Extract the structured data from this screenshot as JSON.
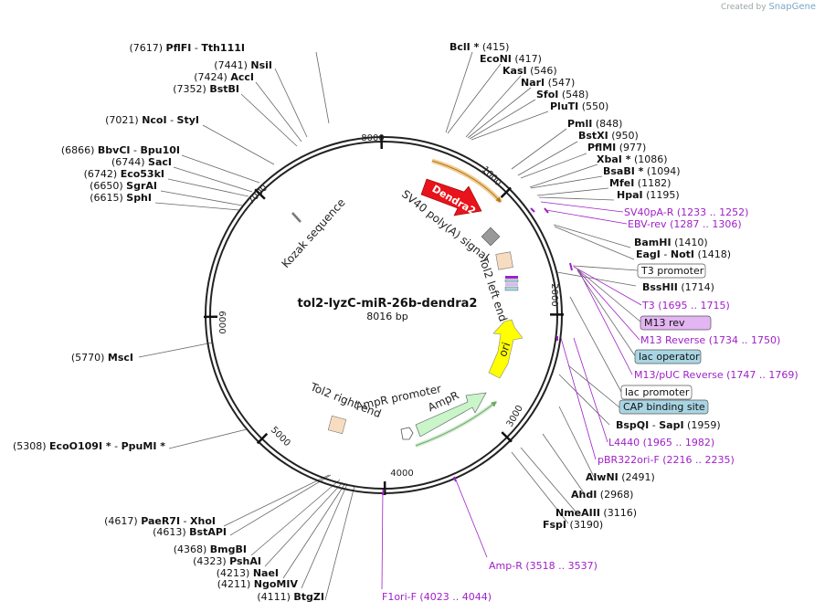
{
  "credit": {
    "prefix": "Created by",
    "brand": "SnapGene"
  },
  "plasmid": {
    "name": "tol2-lyzC-miR-26b-dendra2",
    "length": "8016 bp"
  },
  "ticks": [
    "1000",
    "2000",
    "3000",
    "4000",
    "5000",
    "6000",
    "7000",
    "8000"
  ],
  "features": [
    {
      "name": "Dendra2",
      "color": "#e8131b"
    },
    {
      "name": "SV40 poly(A) signal",
      "color": "#999999"
    },
    {
      "name": "Tol2 left end",
      "color": "#f7dcc0"
    },
    {
      "name": "ori",
      "color": "#ffff00"
    },
    {
      "name": "AmpR",
      "color": "#c9f5c9"
    },
    {
      "name": "AmpR promoter",
      "color": "#ffffff"
    },
    {
      "name": "Tol2 right end",
      "color": "#f7dcc0"
    },
    {
      "name": "Kozak sequence",
      "color": "#777777"
    }
  ],
  "sites_left": [
    {
      "pos": "(7617)",
      "name": "PflFI",
      "alt": "- Tth111I"
    },
    {
      "pos": "(7441)",
      "name": "NsiI"
    },
    {
      "pos": "(7424)",
      "name": "AccI"
    },
    {
      "pos": "(7352)",
      "name": "BstBI"
    },
    {
      "pos": "(7021)",
      "name": "NcoI",
      "alt": "- StyI"
    },
    {
      "pos": "(6866)",
      "name": "BbvCI",
      "alt": "- Bpu10I"
    },
    {
      "pos": "(6744)",
      "name": "SacI"
    },
    {
      "pos": "(6742)",
      "name": "Eco53kI"
    },
    {
      "pos": "(6650)",
      "name": "SgrAI"
    },
    {
      "pos": "(6615)",
      "name": "SphI"
    },
    {
      "pos": "(5770)",
      "name": "MscI"
    },
    {
      "pos": "(5308)",
      "name": "EcoO109I *",
      "alt": "- PpuMI *"
    },
    {
      "pos": "(4617)",
      "name": "PaeR7I",
      "alt": "- XhoI"
    },
    {
      "pos": "(4613)",
      "name": "BstAPI"
    },
    {
      "pos": "(4368)",
      "name": "BmgBI"
    },
    {
      "pos": "(4323)",
      "name": "PshAI"
    },
    {
      "pos": "(4213)",
      "name": "NaeI"
    },
    {
      "pos": "(4211)",
      "name": "NgoMIV"
    },
    {
      "pos": "(4111)",
      "name": "BtgZI"
    }
  ],
  "sites_right": [
    {
      "name": "BclI *",
      "pos": "(415)"
    },
    {
      "name": "EcoNI",
      "pos": "(417)"
    },
    {
      "name": "KasI",
      "pos": "(546)"
    },
    {
      "name": "NarI",
      "pos": "(547)"
    },
    {
      "name": "SfoI",
      "pos": "(548)"
    },
    {
      "name": "PluTI",
      "pos": "(550)"
    },
    {
      "name": "PmlI",
      "pos": "(848)"
    },
    {
      "name": "BstXI",
      "pos": "(950)"
    },
    {
      "name": "PflMI",
      "pos": "(977)"
    },
    {
      "name": "XbaI *",
      "pos": "(1086)"
    },
    {
      "name": "BsaBI *",
      "pos": "(1094)"
    },
    {
      "name": "MfeI",
      "pos": "(1182)"
    },
    {
      "name": "HpaI",
      "pos": "(1195)"
    },
    {
      "name": "BamHI",
      "pos": "(1410)"
    },
    {
      "name": "EagI",
      "alt": "- NotI",
      "pos": "(1418)"
    },
    {
      "name": "BssHII",
      "pos": "(1714)"
    },
    {
      "name": "BspQI",
      "alt": "- SapI",
      "pos": "(1959)"
    },
    {
      "name": "AlwNI",
      "pos": "(2491)"
    },
    {
      "name": "AhdI",
      "pos": "(2968)"
    },
    {
      "name": "NmeAIII",
      "pos": "(3116)"
    },
    {
      "name": "FspI",
      "pos": "(3190)"
    }
  ],
  "primers": [
    {
      "name": "SV40pA-R",
      "range": "(1233 .. 1252)"
    },
    {
      "name": "EBV-rev",
      "range": "(1287 .. 1306)"
    },
    {
      "name": "T3",
      "range": "(1695 .. 1715)"
    },
    {
      "name": "M13 Reverse",
      "range": "(1734 .. 1750)"
    },
    {
      "name": "M13/pUC Reverse",
      "range": "(1747 .. 1769)"
    },
    {
      "name": "L4440",
      "range": "(1965 .. 1982)"
    },
    {
      "name": "pBR322ori-F",
      "range": "(2216 .. 2235)"
    },
    {
      "name": "Amp-R",
      "range": "(3518 .. 3537)"
    },
    {
      "name": "F1ori-F",
      "range": "(4023 .. 4044)"
    }
  ],
  "boxed_labels": [
    {
      "name": "T3 promoter",
      "fill": "#ffffff"
    },
    {
      "name": "M13 rev",
      "fill": "#e3b5f2"
    },
    {
      "name": "lac operator",
      "fill": "#a9d5e3"
    },
    {
      "name": "lac promoter",
      "fill": "#ffffff"
    },
    {
      "name": "CAP binding site",
      "fill": "#a9d5e3"
    }
  ],
  "colors": {
    "primer": "#a020c8",
    "site_line": "#666666",
    "ring": "#222222"
  }
}
